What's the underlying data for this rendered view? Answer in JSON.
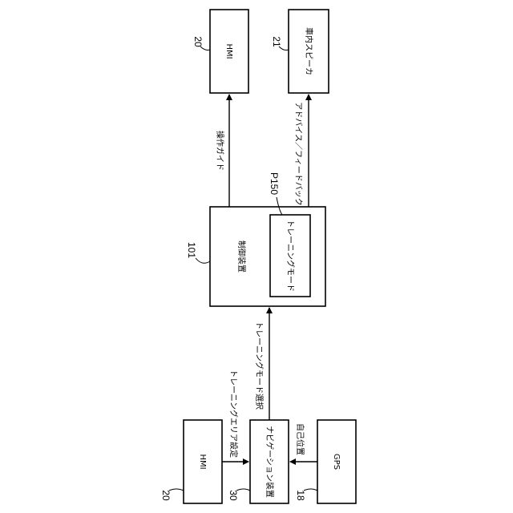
{
  "blocks": {
    "hmi_top": {
      "label": "HMI",
      "ref": "20"
    },
    "speaker": {
      "label": "車内スピーカ",
      "ref": "21"
    },
    "controller": {
      "label": "制御装置",
      "ref": "101"
    },
    "training_mode": {
      "label": "トレーニングモード",
      "ref": "P150"
    },
    "hmi_bottom": {
      "label": "HMI",
      "ref": "20"
    },
    "navigation": {
      "label": "ナビゲーション装置",
      "ref": "30"
    },
    "gps": {
      "label": "GPS",
      "ref": "18"
    }
  },
  "signals": {
    "operation_guide": "操作ガイド",
    "advice_feedback": "アドバイス／フィードバック",
    "training_mode_select": "トレーニングモード選択",
    "training_area_setting": "トレーニングエリア設定",
    "self_position": "自己位置"
  }
}
